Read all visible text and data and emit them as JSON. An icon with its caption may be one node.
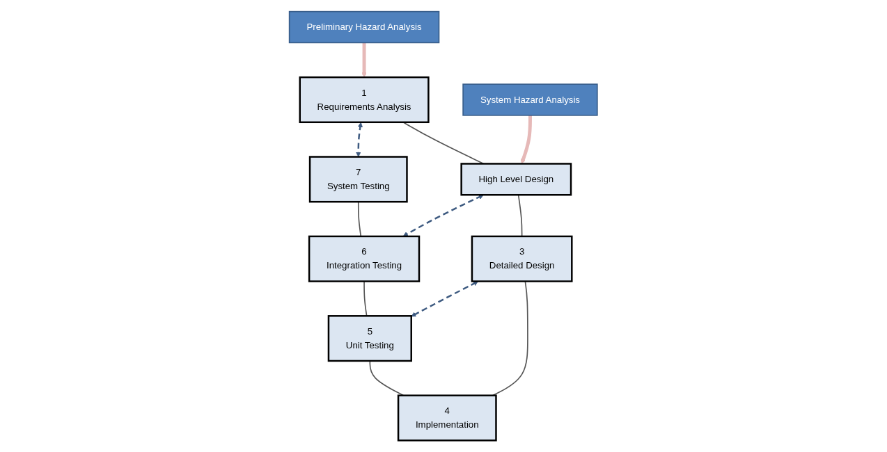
{
  "diagram": {
    "nodes": [
      {
        "text": [
          "Preliminary Hazard Analysis"
        ]
      },
      {
        "text": [
          "1",
          "Requirements Analysis"
        ]
      },
      {
        "text": [
          "7",
          "System Testing"
        ]
      },
      {
        "text": [
          "System Hazard Analysis"
        ]
      },
      {
        "text": [
          "High Level Design"
        ]
      },
      {
        "text": [
          "6",
          "Integration Testing"
        ]
      },
      {
        "text": [
          "3",
          "Detailed Design"
        ]
      },
      {
        "text": [
          "5",
          "Unit Testing"
        ]
      },
      {
        "text": [
          "4",
          "Implementation"
        ]
      }
    ],
    "edges": [
      {
        "from": 0,
        "to": 1,
        "arrow": "to",
        "style": "thick",
        "color": "#e6b9b8"
      },
      {
        "from": 1,
        "to": 2,
        "arrow": "both",
        "style": "dashed",
        "color": "#3d5a80"
      },
      {
        "from": 1,
        "to": 4,
        "arrow": "none"
      },
      {
        "from": 3,
        "to": 4,
        "arrow": "to",
        "style": "thick",
        "color": "#e6b9b8"
      },
      {
        "from": 4,
        "to": 5,
        "arrow": "both",
        "style": "dashed",
        "color": "#3d5a80"
      },
      {
        "from": 2,
        "to": 5,
        "arrow": "none"
      },
      {
        "from": 4,
        "to": 6,
        "arrow": "none"
      },
      {
        "from": 6,
        "to": 7,
        "arrow": "both",
        "style": "dashed",
        "color": "#3d5a80"
      },
      {
        "from": 5,
        "to": 7,
        "arrow": "none"
      },
      {
        "from": 6,
        "to": 8,
        "arrow": "none"
      },
      {
        "from": 7,
        "to": 8,
        "arrow": "none"
      }
    ]
  }
}
